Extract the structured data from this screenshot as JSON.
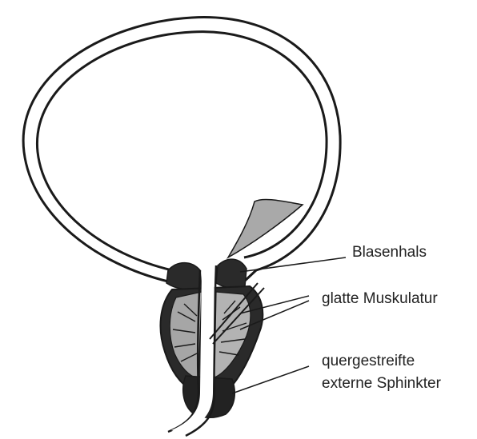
{
  "labels": {
    "bladder_neck": "Blasenhals",
    "smooth_muscle": "glatte Muskulatur",
    "external_sphincter_line1": "quergestreifte",
    "external_sphincter_line2": "externe Sphinkter"
  },
  "colors": {
    "outline": "#1a1a1a",
    "dark_tissue": "#2a2a2a",
    "grey_tissue": "#9a9a9a",
    "light_tissue": "#c9c9c9",
    "background": "#ffffff"
  }
}
